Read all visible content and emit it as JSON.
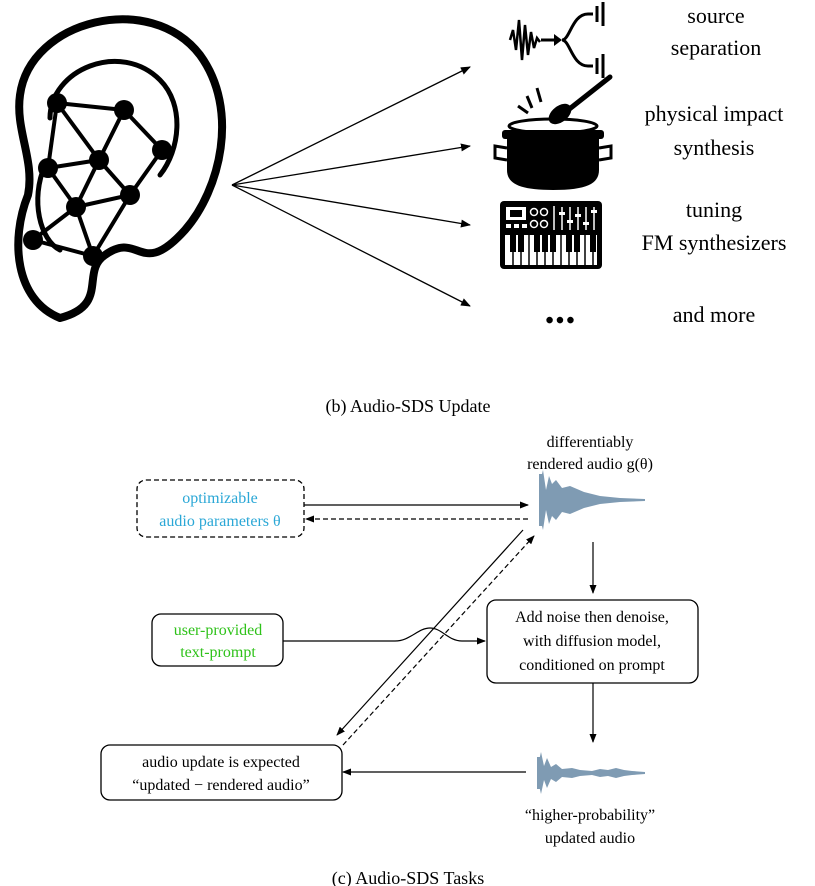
{
  "top_panel": {
    "tasks": [
      {
        "lines": [
          "source",
          "separation"
        ],
        "icon": "source-separation-icon"
      },
      {
        "lines": [
          "physical impact",
          "synthesis"
        ],
        "icon": "pot-and-spoon-icon"
      },
      {
        "lines": [
          "tuning",
          "FM synthesizers"
        ],
        "icon": "synthesizer-keyboard-icon"
      },
      {
        "lines": [
          "and more"
        ],
        "icon": "ellipsis-icon"
      }
    ],
    "ellipsis": "•••",
    "caption": "(b) Audio-SDS Update",
    "left_icon": "ear-neural-network-icon"
  },
  "bottom_panel": {
    "rendered_audio_label": [
      "differentiably",
      "rendered audio g(θ)"
    ],
    "params_box": [
      "optimizable",
      "audio parameters θ"
    ],
    "prompt_box": [
      "user-provided",
      "text-prompt"
    ],
    "diffusion_box": [
      "Add noise then denoise,",
      "with diffusion model,",
      "conditioned on prompt"
    ],
    "update_box": [
      "audio update is expected",
      "“updated − rendered audio”"
    ],
    "updated_audio_label": [
      "“higher-probability”",
      "updated audio"
    ],
    "caption": "(c) Audio-SDS Tasks"
  },
  "colors": {
    "params_text": "#2aa7d6",
    "prompt_text": "#2fc21a",
    "waveform": "#7f9bb3"
  }
}
